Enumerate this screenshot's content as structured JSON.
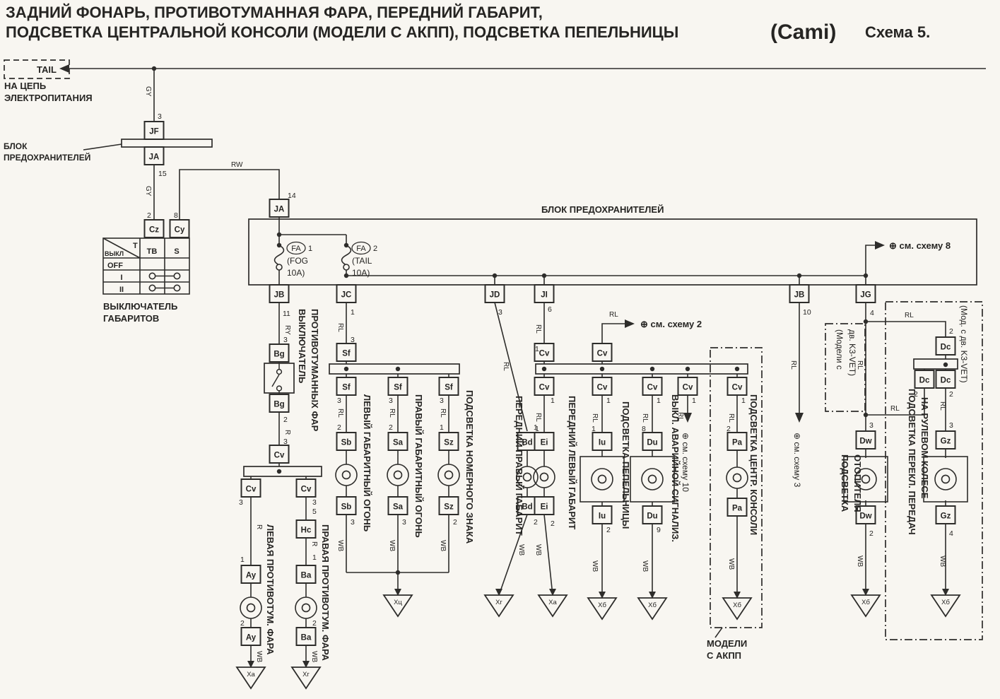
{
  "title": {
    "line1": "ЗАДНИЙ ФОНАРЬ, ПРОТИВОТУМАННАЯ ФАРА, ПЕРЕДНИЙ ГАБАРИТ,",
    "line2": "ПОДСВЕТКА ЦЕНТРАЛЬНОЙ КОНСОЛИ (МОДЕЛИ С АКПП), ПОДСВЕТКА ПЕПЕЛЬНИЦЫ",
    "model": "(Cami)",
    "scheme": "Схема 5."
  },
  "colors": {
    "ink": "#2e2d2b",
    "paper": "#f8f6f1"
  },
  "labels": [
    [
      "НА ЦЕПЬ",
      6,
      126,
      0,
      13,
      1
    ],
    [
      "ЭЛЕКТРОПИТАНИЯ",
      6,
      143,
      0,
      13,
      1
    ],
    [
      "TAIL",
      52,
      103,
      0,
      13,
      1
    ],
    [
      "БЛОК",
      5,
      211,
      0,
      12,
      1
    ],
    [
      "ПРЕДОХРАНИТЕЛЕЙ",
      5,
      227,
      0,
      12,
      1
    ],
    [
      "ВЫКЛЮЧАТЕЛЬ",
      146,
      438,
      0,
      13,
      1
    ],
    [
      "ГАБАРИТОВ",
      146,
      455,
      0,
      13,
      1
    ],
    [
      "БЛОК ПРЕДОХРАНИТЕЛЕЙ",
      766,
      301,
      0,
      13,
      1
    ],
    [
      "⊕ см. схему 8",
      1258,
      352,
      0,
      13,
      1
    ],
    [
      "⊕ см. схему 2",
      906,
      463,
      0,
      13,
      1
    ],
    [
      "МОДЕЛИ",
      1000,
      915,
      0,
      13,
      1
    ],
    [
      "С АКПП",
      1000,
      932,
      0,
      13,
      1
    ],
    [
      "RW",
      327,
      236,
      0,
      10,
      0
    ],
    [
      "RL",
      862,
      448,
      0,
      10,
      0
    ],
    [
      "RL",
      1280,
      449,
      0,
      10,
      0
    ],
    [
      "RL",
      1260,
      581,
      0,
      10,
      0
    ],
    [
      "FA",
      419,
      355,
      0,
      11,
      0,
      "m"
    ],
    [
      "1",
      436,
      355,
      0,
      11,
      0
    ],
    [
      "(FOG",
      406,
      373,
      0,
      12,
      0
    ],
    [
      "10A)",
      406,
      390,
      0,
      12,
      0
    ],
    [
      "FA",
      511,
      355,
      0,
      11,
      0,
      "m"
    ],
    [
      "2",
      528,
      355,
      0,
      11,
      0
    ],
    [
      "(TAIL",
      498,
      373,
      0,
      12,
      0
    ],
    [
      "10A)",
      498,
      390,
      0,
      12,
      0
    ],
    [
      "T",
      188,
      351,
      0,
      11,
      1
    ],
    [
      "ВЫКЛ",
      148,
      362,
      0,
      9,
      1
    ],
    [
      "TB",
      215,
      359,
      0,
      11,
      1,
      "m"
    ],
    [
      "S",
      250,
      359,
      0,
      11,
      1,
      "m"
    ],
    [
      "OFF",
      163,
      379,
      0,
      11,
      1,
      "m"
    ],
    [
      "I",
      172,
      396,
      0,
      11,
      1,
      "m"
    ],
    [
      "II",
      172,
      413,
      0,
      11,
      1,
      "m"
    ],
    [
      "3",
      223,
      168,
      0,
      10.5,
      0
    ],
    [
      "15",
      224,
      249,
      0,
      10.5,
      0
    ],
    [
      "2",
      208,
      308,
      0,
      10.5,
      0
    ],
    [
      "8",
      246,
      308,
      0,
      10.5,
      0
    ],
    [
      "14",
      407,
      280,
      0,
      10.5,
      0
    ],
    [
      "11",
      400,
      447,
      0,
      10.5,
      0
    ],
    [
      "1",
      496,
      445,
      0,
      10.5,
      0
    ],
    [
      "3",
      705,
      445,
      0,
      10.5,
      0
    ],
    [
      "6",
      775,
      441,
      0,
      10.5,
      0
    ],
    [
      "10",
      1136,
      445,
      0,
      10.5,
      0
    ],
    [
      "4",
      1231,
      446,
      0,
      10.5,
      0
    ],
    [
      "3",
      401,
      484,
      0,
      10.5,
      0
    ],
    [
      "2",
      401,
      597,
      0,
      10.5,
      0
    ],
    [
      "3",
      401,
      628,
      0,
      10.5,
      0
    ],
    [
      "3",
      338,
      714,
      0,
      10.5,
      0
    ],
    [
      "3",
      442,
      714,
      0,
      10.5,
      0
    ],
    [
      "1",
      340,
      795,
      0,
      10.5,
      0
    ],
    [
      "2",
      340,
      885,
      0,
      10.5,
      0
    ],
    [
      "5",
      442,
      727,
      0,
      10.5,
      0
    ],
    [
      "1",
      442,
      792,
      0,
      10.5,
      0
    ],
    [
      "2",
      442,
      885,
      0,
      10.5,
      0
    ],
    [
      "3",
      496,
      484,
      0,
      10.5,
      0
    ],
    [
      "3",
      477,
      570,
      0,
      10.5,
      0
    ],
    [
      "3",
      550,
      570,
      0,
      10.5,
      0
    ],
    [
      "3",
      622,
      570,
      0,
      10.5,
      0
    ],
    [
      "2",
      477,
      608,
      0,
      10.5,
      0
    ],
    [
      "2",
      550,
      608,
      0,
      10.5,
      0
    ],
    [
      "1",
      622,
      608,
      0,
      10.5,
      0
    ],
    [
      "3",
      496,
      742,
      0,
      10.5,
      0
    ],
    [
      "3",
      569,
      742,
      0,
      10.5,
      0
    ],
    [
      "2",
      641,
      742,
      0,
      10.5,
      0
    ],
    [
      "1",
      755,
      608,
      0,
      10.5,
      0
    ],
    [
      "2",
      755,
      742,
      0,
      10.5,
      0
    ],
    [
      "1",
      757,
      497,
      0,
      10.5,
      0
    ],
    [
      "1",
      779,
      570,
      0,
      10.5,
      0
    ],
    [
      "1",
      757,
      610,
      0,
      10.5,
      0
    ],
    [
      "2",
      779,
      744,
      0,
      10.5,
      0
    ],
    [
      "1",
      858,
      570,
      0,
      10.5,
      0
    ],
    [
      "1",
      837,
      610,
      0,
      10.5,
      0
    ],
    [
      "2",
      858,
      753,
      0,
      10.5,
      0
    ],
    [
      "1",
      929,
      570,
      0,
      10.5,
      0
    ],
    [
      "8",
      908,
      610,
      0,
      10.5,
      0
    ],
    [
      "9",
      929,
      753,
      0,
      10.5,
      0
    ],
    [
      "1",
      979,
      570,
      0,
      10.5,
      0
    ],
    [
      "1",
      1049,
      570,
      0,
      10.5,
      0
    ],
    [
      "2",
      1028,
      610,
      0,
      10.5,
      0
    ],
    [
      "2",
      1343,
      472,
      0,
      10.5,
      0
    ],
    [
      "2",
      1293,
      561,
      0,
      10.5,
      0
    ],
    [
      "2",
      1343,
      561,
      0,
      10.5,
      0
    ],
    [
      "3",
      1343,
      605,
      0,
      10.5,
      0
    ],
    [
      "4",
      1343,
      758,
      0,
      10.5,
      0
    ],
    [
      "3",
      1230,
      605,
      0,
      10.5,
      0
    ],
    [
      "2",
      1230,
      758,
      0,
      10.5,
      0
    ],
    [
      "GY",
      207,
      122,
      1,
      10,
      0
    ],
    [
      "GY",
      207,
      263,
      1,
      10,
      0
    ],
    [
      "RY",
      404,
      460,
      1,
      10,
      0
    ],
    [
      "ВЫКЛЮЧАТЕЛЬ",
      423,
      437,
      1,
      13,
      1
    ],
    [
      "ПРОТИВОТУМАННЫХ ФАР",
      441,
      437,
      1,
      13,
      1
    ],
    [
      "R",
      404,
      608,
      1,
      10,
      0
    ],
    [
      "R",
      364,
      742,
      1,
      10,
      0
    ],
    [
      "R",
      442,
      766,
      1,
      10,
      0
    ],
    [
      "ЛЕВАЯ ПРОТИВОТУМ. ФАРА",
      378,
      742,
      1,
      13,
      1
    ],
    [
      "ПРАВАЯ ПРОТИВОТУМ. ФАРА",
      456,
      742,
      1,
      13,
      1
    ],
    [
      "WB",
      364,
      921,
      1,
      10,
      0
    ],
    [
      "WB",
      442,
      921,
      1,
      10,
      0
    ],
    [
      "RL",
      479,
      457,
      1,
      10,
      0
    ],
    [
      "RL",
      479,
      578,
      1,
      10,
      0
    ],
    [
      "RL",
      552,
      578,
      1,
      10,
      0
    ],
    [
      "RL",
      624,
      578,
      1,
      10,
      0
    ],
    [
      "ЛЕВЫЙ ГАБАРИТНЫЙ ОГОНЬ",
      515,
      558,
      1,
      13,
      1
    ],
    [
      "ПРАВЫЙ ГАБАРИТНЫЙ ОГОНЬ",
      588,
      558,
      1,
      13,
      1
    ],
    [
      "ПОДСВЕТКА НОМЕРНОГО ЗНАКА",
      660,
      552,
      1,
      13,
      1
    ],
    [
      "WB",
      479,
      764,
      1,
      10,
      0
    ],
    [
      "WB",
      552,
      764,
      1,
      10,
      0
    ],
    [
      "WB",
      624,
      764,
      1,
      10,
      0
    ],
    [
      "RL",
      713,
      512,
      1,
      10,
      0
    ],
    [
      "ПЕРЕДНИЙ ПРАВЫЙ ГАБАРИТ",
      730,
      560,
      1,
      13,
      1
    ],
    [
      "WB",
      735,
      770,
      1,
      10,
      0
    ],
    [
      "RL",
      759,
      459,
      1,
      10,
      0
    ],
    [
      "RL",
      759,
      584,
      1,
      10,
      0
    ],
    [
      "ПЕРЕДНИЙ ЛЕВЫЙ ГАБАРИТ",
      805,
      560,
      1,
      13,
      1
    ],
    [
      "WB",
      759,
      770,
      1,
      10,
      0
    ],
    [
      "ПОДСВЕТКА ПЕПЕЛЬНИЦЫ",
      881,
      568,
      1,
      13,
      1
    ],
    [
      "RL",
      839,
      585,
      1,
      10,
      0
    ],
    [
      "WB",
      839,
      793,
      1,
      10,
      0
    ],
    [
      "RL",
      910,
      585,
      1,
      10,
      0
    ],
    [
      "WB",
      910,
      793,
      1,
      10,
      0
    ],
    [
      "ВЫКЛ. АВАРИЙНОЙ СИГНАЛИЗ.",
      951,
      558,
      1,
      13,
      1
    ],
    [
      "RL",
      960,
      583,
      1,
      10,
      0
    ],
    [
      "⊕ см. схему 10",
      966,
      612,
      1,
      12,
      0
    ],
    [
      "RL",
      1032,
      585,
      1,
      10,
      0
    ],
    [
      "WB",
      1032,
      790,
      1,
      10,
      0
    ],
    [
      "ПОДСВЕТКА ЦЕНТР. КОНСОЛИ",
      1062,
      558,
      1,
      13,
      1
    ],
    [
      "RL",
      1120,
      510,
      1,
      10,
      0
    ],
    [
      "⊕ см. схему 3",
      1124,
      612,
      1,
      12,
      0
    ],
    [
      "RL",
      1214,
      510,
      1,
      10,
      0
    ],
    [
      "(Модели с",
      1184,
      466,
      1,
      12,
      0
    ],
    [
      "дв. K3-VET)",
      1202,
      466,
      1,
      12,
      0
    ],
    [
      "ПОДСВЕТКА",
      1191,
      643,
      1,
      13,
      1
    ],
    [
      "ОТОПИТЕЛЯ",
      1209,
      643,
      1,
      13,
      1
    ],
    [
      "WB",
      1214,
      786,
      1,
      10,
      0
    ],
    [
      "RL",
      1331,
      568,
      1,
      10,
      0
    ],
    [
      "ПОДСВЕТКА ПЕРЕКЛ. ПЕРЕДАЧ",
      1286,
      550,
      1,
      13,
      1
    ],
    [
      "НА РУЛЕВОМ КОЛЕСЕ",
      1304,
      562,
      1,
      13,
      1
    ],
    [
      "WB",
      1331,
      786,
      1,
      10,
      0
    ],
    [
      "(Мод. с дв. K3-VET)",
      1360,
      432,
      1,
      12,
      0
    ]
  ],
  "connectors": [
    [
      218,
      172,
      "JF"
    ],
    [
      218,
      208,
      "JA"
    ],
    [
      218,
      311,
      "Cz"
    ],
    [
      254,
      311,
      "Cy"
    ],
    [
      395,
      282,
      "JA"
    ],
    [
      395,
      403,
      "JB"
    ],
    [
      490,
      403,
      "JC"
    ],
    [
      700,
      403,
      "JD"
    ],
    [
      770,
      403,
      "JI"
    ],
    [
      1131,
      403,
      "JB"
    ],
    [
      1225,
      403,
      "JG"
    ],
    [
      395,
      487,
      "Bg"
    ],
    [
      395,
      558,
      "Bg"
    ],
    [
      395,
      630,
      "Cv"
    ],
    [
      355,
      678,
      "Cv"
    ],
    [
      433,
      678,
      "Cv"
    ],
    [
      433,
      736,
      "Hc"
    ],
    [
      355,
      800,
      "Ay"
    ],
    [
      355,
      888,
      "Ay"
    ],
    [
      433,
      800,
      "Ba"
    ],
    [
      433,
      888,
      "Ba"
    ],
    [
      490,
      486,
      "Sf"
    ],
    [
      490,
      534,
      "Sf"
    ],
    [
      563,
      534,
      "Sf"
    ],
    [
      635,
      534,
      "Sf"
    ],
    [
      490,
      612,
      "Sb"
    ],
    [
      563,
      612,
      "Sa"
    ],
    [
      635,
      612,
      "Sz"
    ],
    [
      490,
      703,
      "Sb"
    ],
    [
      563,
      703,
      "Sa"
    ],
    [
      635,
      703,
      "Sz"
    ],
    [
      746,
      612,
      "Bd"
    ],
    [
      746,
      703,
      "Bd"
    ],
    [
      770,
      486,
      "Cv"
    ],
    [
      770,
      534,
      "Cv"
    ],
    [
      770,
      612,
      "Ei"
    ],
    [
      770,
      703,
      "Ei"
    ],
    [
      852,
      486,
      "Cv"
    ],
    [
      852,
      534,
      "Cv"
    ],
    [
      923,
      534,
      "Cv"
    ],
    [
      973,
      534,
      "Cv"
    ],
    [
      1043,
      534,
      "Cv"
    ],
    [
      852,
      612,
      "Iu"
    ],
    [
      852,
      716,
      "Iu"
    ],
    [
      923,
      612,
      "Du"
    ],
    [
      923,
      716,
      "Du"
    ],
    [
      1043,
      612,
      "Pa"
    ],
    [
      1043,
      705,
      "Pa"
    ],
    [
      1225,
      610,
      "Dw"
    ],
    [
      1225,
      716,
      "Dw"
    ],
    [
      1338,
      477,
      "Dc"
    ],
    [
      1308,
      524,
      "Dc"
    ],
    [
      1338,
      524,
      "Dc"
    ],
    [
      1338,
      610,
      "Gz"
    ],
    [
      1338,
      716,
      "Gz"
    ]
  ],
  "grounds": [
    [
      355,
      944,
      "Ха"
    ],
    [
      433,
      944,
      "Хг"
    ],
    [
      563,
      842,
      "Хц"
    ],
    [
      706,
      842,
      "Хг"
    ],
    [
      782,
      842,
      "Ха"
    ],
    [
      852,
      846,
      "Хб"
    ],
    [
      923,
      846,
      "Хб"
    ],
    [
      1043,
      846,
      "Хб"
    ],
    [
      1225,
      842,
      "Хб"
    ],
    [
      1338,
      842,
      "Хб"
    ]
  ],
  "lamps": [
    [
      355,
      860,
      0
    ],
    [
      433,
      860,
      0
    ],
    [
      490,
      672,
      0
    ],
    [
      563,
      672,
      0
    ],
    [
      635,
      672,
      0
    ],
    [
      746,
      675,
      0
    ],
    [
      770,
      675,
      0
    ],
    [
      852,
      678,
      1
    ],
    [
      923,
      678,
      1
    ],
    [
      1043,
      676,
      0
    ],
    [
      1225,
      678,
      1
    ],
    [
      1338,
      678,
      1
    ]
  ]
}
